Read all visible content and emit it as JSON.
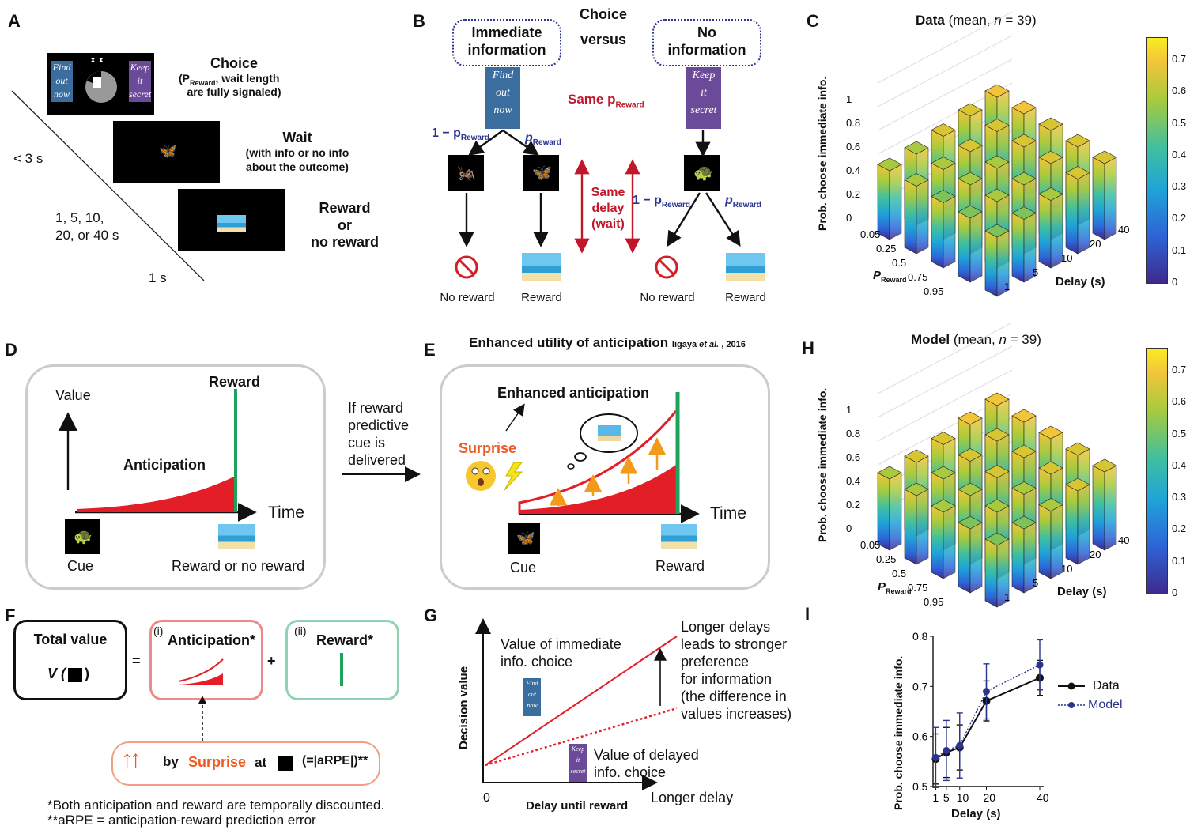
{
  "panels": {
    "A": "A",
    "B": "B",
    "C": "C",
    "D": "D",
    "E": "E",
    "F": "F",
    "G": "G",
    "H": "H",
    "I": "I"
  },
  "panelA": {
    "choice_title": "Choice",
    "choice_sub1a": "(P",
    "choice_sub1b": "Reward",
    "choice_sub1c": ", wait length",
    "choice_sub2": "are fully signaled)",
    "wait_title": "Wait",
    "wait_sub1": "(with info or no info",
    "wait_sub2": "about the outcome)",
    "reward1": "Reward",
    "reward2": "or",
    "reward3": "no reward",
    "lt3s": "< 3 s",
    "delays1": "1, 5, 10,",
    "delays2": "20, or 40 s",
    "one_s": "1 s",
    "find": "Find",
    "out": "out",
    "now": "now",
    "keep": "Keep",
    "it": "it",
    "secret": "secret"
  },
  "panelB": {
    "choice": "Choice",
    "versus": "versus",
    "imm1": "Immediate",
    "imm2": "information",
    "no1": "No",
    "no2": "information",
    "same_p": "Same p",
    "reward_sub": "Reward",
    "one_minus": "1 − p",
    "p": "p",
    "same": "Same",
    "delay": "delay",
    "wait": "(wait)",
    "no_reward": "No reward",
    "reward": "Reward"
  },
  "panelC": {
    "title_b": "Data",
    "title_rest": " (mean, ",
    "n": "n",
    "eq": " = 39)",
    "zlabel": "Prob. choose immediate info.",
    "xlabel": "Delay (s)",
    "ylabel_a": "P",
    "ylabel_b": "Reward",
    "zticks": [
      "0",
      "0.2",
      "0.4",
      "0.6",
      "0.8",
      "1"
    ],
    "pticks": [
      "0.05",
      "0.25",
      "0.5",
      "0.75",
      "0.95"
    ],
    "dticks": [
      "1",
      "5",
      "10",
      "20",
      "40"
    ],
    "cbar_ticks": [
      "0",
      "0.1",
      "0.2",
      "0.3",
      "0.4",
      "0.5",
      "0.6",
      "0.7"
    ]
  },
  "panelH": {
    "title_b": "Model",
    "title_rest": " (mean, ",
    "n": "n",
    "eq": " = 39)"
  },
  "panelD": {
    "value": "Value",
    "reward": "Reward",
    "anticipation": "Anticipation",
    "time": "Time",
    "cue": "Cue",
    "reward_or_no": "Reward or no reward",
    "if1": "If reward",
    "if2": "predictive",
    "if3": "cue is",
    "if4": "delivered"
  },
  "panelE": {
    "title": "Enhanced utility of anticipation",
    "cite_a": "Iigaya ",
    "cite_b": "et al.",
    "cite_c": " , 2016",
    "enhanced": "Enhanced anticipation",
    "surprise": "Surprise",
    "time": "Time",
    "cue": "Cue",
    "reward": "Reward"
  },
  "panelF": {
    "total": "Total value",
    "v": "V (",
    "vclose": ")",
    "eq": "=",
    "plus": "+",
    "i": "(i)",
    "antic": "Anticipation*",
    "ii": "(ii)",
    "reward": "Reward*",
    "by": "by",
    "surprise": "Surprise",
    "at": "at",
    "arpe": "(=|aRPE|)**",
    "note1": "*Both anticipation and reward are temporally discounted.",
    "note2": "**aRPE = anticipation-reward prediction error"
  },
  "panelG": {
    "ylabel": "Decision value",
    "xlabel": "Delay until reward",
    "zero": "0",
    "longer": "Longer delay",
    "imm1": "Value of immediate",
    "imm2": "info. choice",
    "del1": "Value of delayed",
    "del2": "info. choice",
    "note1": "Longer delays",
    "note2": "leads to stronger",
    "note3": "preference",
    "note4": "for information",
    "note5": "(the difference in",
    "note6": "values increases)"
  },
  "panelI": {
    "ylabel": "Prob. choose immediate info.",
    "xlabel": "Delay (s)",
    "yticks": [
      "0.5",
      "0.6",
      "0.7",
      "0.8"
    ],
    "xticks": [
      "1",
      "5",
      "10",
      "20",
      "40"
    ],
    "legend_data": "Data",
    "legend_model": "Model"
  },
  "chart_data": [
    {
      "type": "line",
      "x": [
        1,
        5,
        10,
        20,
        40
      ],
      "series": [
        {
          "name": "Data",
          "values": [
            0.555,
            0.568,
            0.578,
            0.671,
            0.717
          ],
          "err": [
            0.05,
            0.05,
            0.045,
            0.04,
            0.035
          ],
          "color": "#111111"
        },
        {
          "name": "Model",
          "values": [
            0.558,
            0.572,
            0.582,
            0.69,
            0.743
          ],
          "err": [
            0.06,
            0.06,
            0.065,
            0.055,
            0.05
          ],
          "color": "#2b3590"
        }
      ],
      "xlabel": "Delay (s)",
      "ylabel": "Prob. choose immediate info.",
      "ylim": [
        0.5,
        0.8
      ]
    }
  ]
}
